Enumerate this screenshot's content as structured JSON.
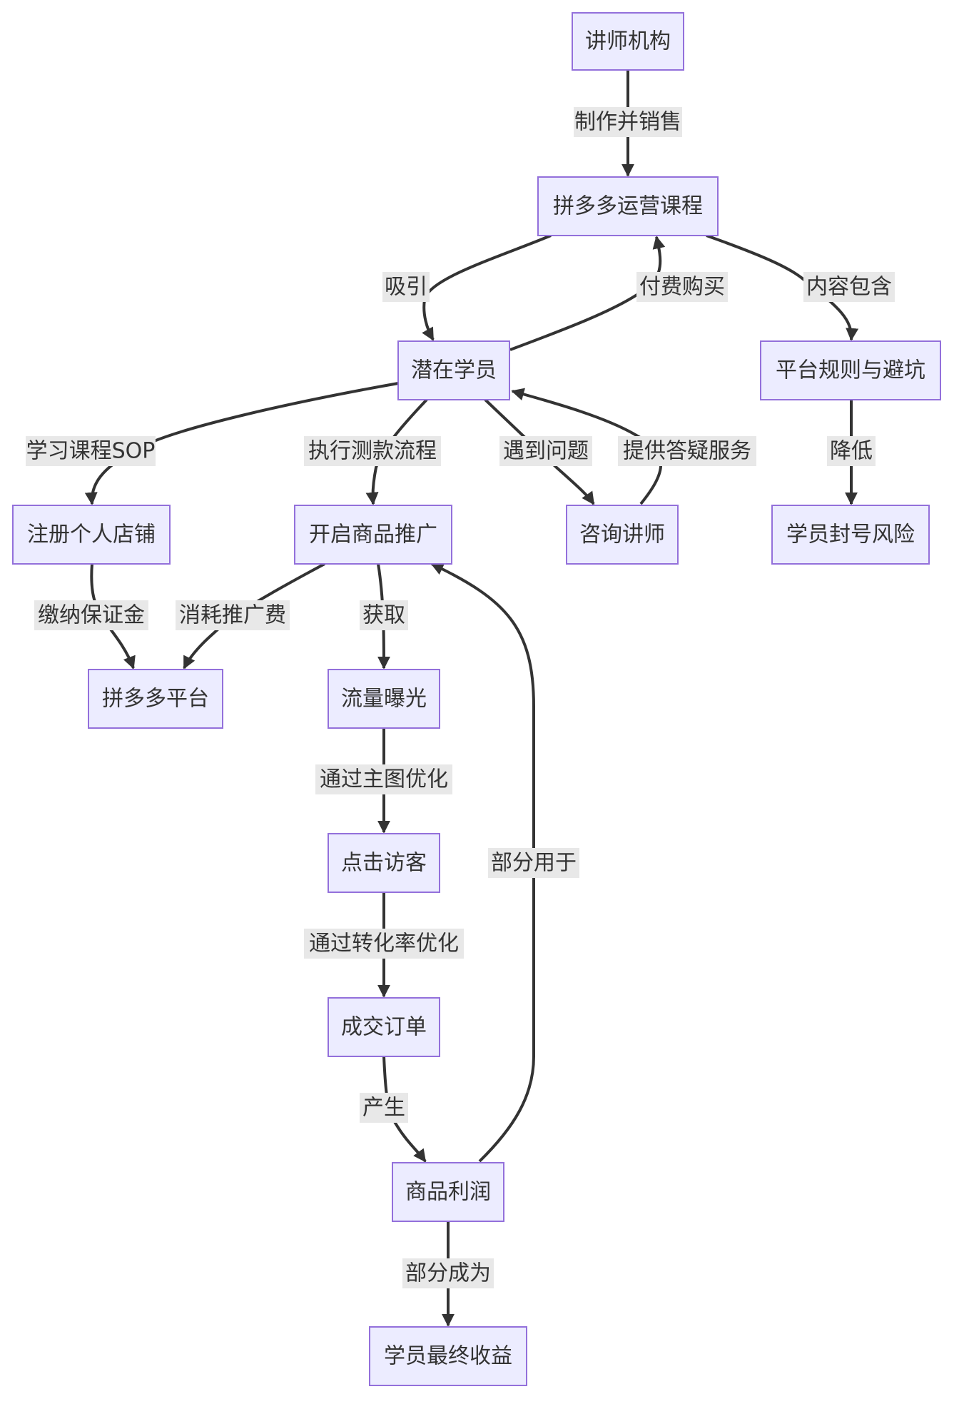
{
  "nodes": {
    "lecturer": "讲师机构",
    "course": "拼多多运营课程",
    "student": "潜在学员",
    "rules": "平台规则与避坑",
    "shop": "注册个人店铺",
    "promo": "开启商品推广",
    "consult": "咨询讲师",
    "ban_risk": "学员封号风险",
    "platform": "拼多多平台",
    "traffic": "流量曝光",
    "visitor": "点击访客",
    "order": "成交订单",
    "profit": "商品利润",
    "income": "学员最终收益"
  },
  "edges": {
    "make_sell": "制作并销售",
    "attract": "吸引",
    "pay_buy": "付费购买",
    "contains": "内容包含",
    "learn_sop": "学习课程SOP",
    "run_test": "执行测款流程",
    "meet_problem": "遇到问题",
    "answer_service": "提供答疑服务",
    "reduce": "降低",
    "deposit": "缴纳保证金",
    "consume_fee": "消耗推广费",
    "obtain": "获取",
    "main_image": "通过主图优化",
    "part_used": "部分用于",
    "conversion": "通过转化率优化",
    "produce": "产生",
    "part_become": "部分成为"
  },
  "colors": {
    "node_fill": "#ECECFF",
    "node_stroke": "#9370DB",
    "edge_stroke": "#333333",
    "label_bg": "#e8e8e8",
    "text": "#333333"
  }
}
